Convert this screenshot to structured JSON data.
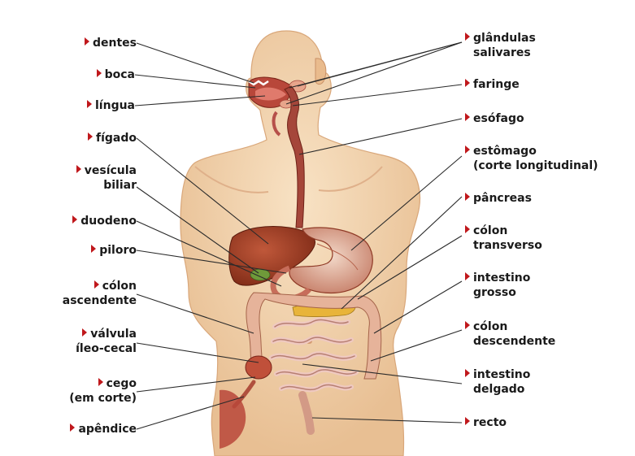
{
  "diagram": {
    "left_labels": [
      {
        "key": "dentes",
        "lines": [
          "dentes"
        ]
      },
      {
        "key": "boca",
        "lines": [
          "boca"
        ]
      },
      {
        "key": "lingua",
        "lines": [
          "língua"
        ]
      },
      {
        "key": "figado",
        "lines": [
          "fígado"
        ]
      },
      {
        "key": "vesicula",
        "lines": [
          "vesícula",
          "biliar"
        ]
      },
      {
        "key": "duodeno",
        "lines": [
          "duodeno"
        ]
      },
      {
        "key": "piloro",
        "lines": [
          "piloro"
        ]
      },
      {
        "key": "colon-ascendente",
        "lines": [
          "cólon",
          "ascendente"
        ]
      },
      {
        "key": "valvula",
        "lines": [
          "válvula",
          "íleo-cecal"
        ]
      },
      {
        "key": "cego",
        "lines": [
          "cego",
          "(em corte)"
        ]
      },
      {
        "key": "apendice",
        "lines": [
          "apêndice"
        ]
      }
    ],
    "right_labels": [
      {
        "key": "glandulas",
        "lines": [
          "glândulas",
          "salivares"
        ]
      },
      {
        "key": "faringe",
        "lines": [
          "faringe"
        ]
      },
      {
        "key": "esofago",
        "lines": [
          "esófago"
        ]
      },
      {
        "key": "estomago",
        "lines": [
          "estômago",
          "(corte longitudinal)"
        ]
      },
      {
        "key": "pancreas",
        "lines": [
          "pâncreas"
        ]
      },
      {
        "key": "colon-transverso",
        "lines": [
          "cólon",
          "transverso"
        ]
      },
      {
        "key": "intestino-grosso",
        "lines": [
          "intestino",
          "grosso"
        ]
      },
      {
        "key": "colon-descendente",
        "lines": [
          "cólon",
          "descendente"
        ]
      },
      {
        "key": "intestino-delgado",
        "lines": [
          "intestino",
          "delgado"
        ]
      },
      {
        "key": "recto",
        "lines": [
          "recto"
        ]
      }
    ],
    "colors": {
      "marker": "#c0181c",
      "text": "#1a1a1a",
      "leader": "#2a2a2a",
      "skin": "#f3d6b1",
      "skin_shade": "#e3b88c",
      "liver": "#9a3b22",
      "stomach": "#d9a28a",
      "intestine": "#efc9c0",
      "colon": "#e6b39a",
      "pancreas": "#e8b43a",
      "esophagus": "#a5463a"
    }
  }
}
